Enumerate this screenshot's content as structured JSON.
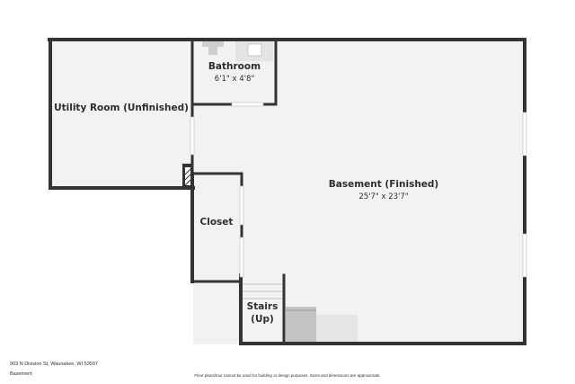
{
  "rooms": {
    "bathroom": {
      "name": "Bathroom",
      "dimensions": "6'1\" x 4'8\""
    },
    "utility": {
      "name": "Utility Room (Unfinished)"
    },
    "basement": {
      "name": "Basement (Finished)",
      "dimensions": "25'7\" x 23'7\""
    },
    "closet": {
      "name": "Closet"
    },
    "stairs": {
      "name": "Stairs",
      "direction": "(Up)"
    }
  },
  "footer": {
    "address": "903 N Division St, Waunakee, WI 53597",
    "level": "Basement",
    "disclaimer": "Floor plans/tour cannot be used for building or design purposes. Sizes and dimensions are approximate."
  },
  "colors": {
    "wall": "#333333",
    "floor": "#f2f2f2",
    "window": "#ffffff",
    "fixture": "#d6d6d6"
  }
}
